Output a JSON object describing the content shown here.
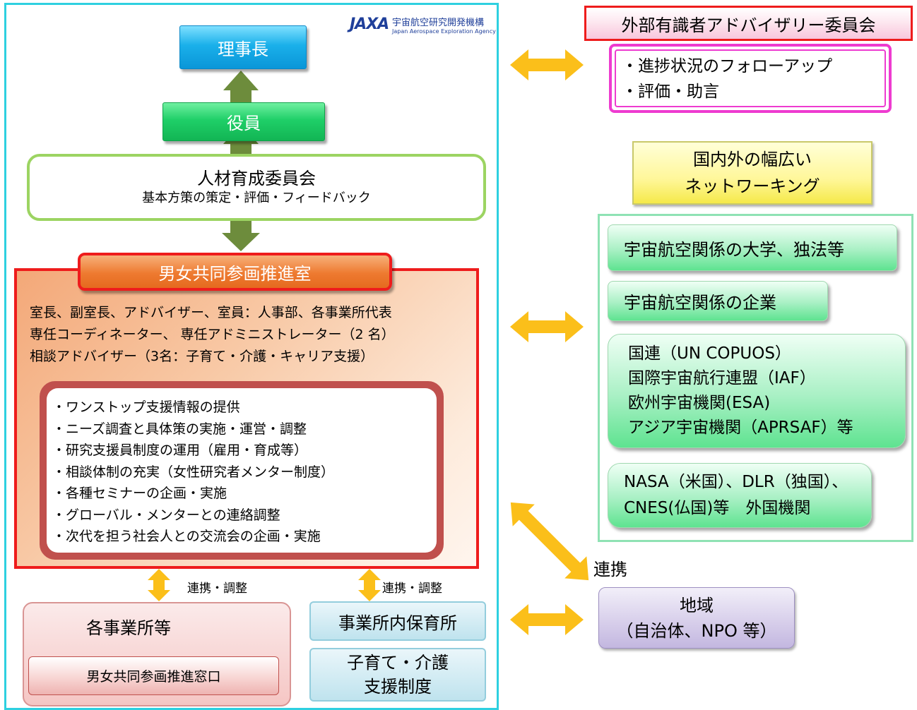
{
  "logo": {
    "mark": "JAXA",
    "name_ja": "宇宙航空研究開発機構",
    "name_en": "Japan Aerospace Exploration Agency"
  },
  "chairman": "理事長",
  "executives": "役員",
  "hr_committee": {
    "title": "人材育成委員会",
    "subtitle": "基本方策の策定・評価・フィードバック"
  },
  "office": {
    "title": "男女共同参画推進室",
    "members": [
      "室長、副室長、アドバイザー、室員：人事部、各事業所代表",
      "専任コーディネーター、 専任アドミニストレーター（2 名）",
      "相談アドバイザー（3名：子育て・介護・キャリア支援）"
    ],
    "tasks": [
      "・ワンストップ支援情報の提供",
      "・ニーズ調査と具体策の実施・運営・調整",
      "・研究支援員制度の運用（雇用・育成等）",
      "・相談体制の充実（女性研究者メンター制度）",
      "・各種セミナーの企画・実施",
      "・グローバル・メンターとの連絡調整",
      "・次代を担う社会人との交流会の企画・実施"
    ]
  },
  "links": {
    "left": "連携・調整",
    "right": "連携・調整",
    "region": "連携"
  },
  "branches": {
    "title": "各事業所等",
    "window": "男女共同参画推進窓口"
  },
  "nursery": "事業所内保育所",
  "support": [
    "子育て・介護",
    "支援制度"
  ],
  "advisory": {
    "title": "外部有識者アドバイザリー委員会",
    "items": [
      "・進捗状況のフォローアップ",
      "・評価・助言"
    ]
  },
  "networking": [
    "国内外の幅広い",
    "ネットワーキング"
  ],
  "partners": {
    "p1": "宇宙航空関係の大学、独法等",
    "p2": "宇宙航空関係の企業",
    "p3": [
      "国連（UN COPUOS）",
      "国際宇宙航行連盟（IAF）",
      "欧州宇宙機関(ESA)",
      "アジア宇宙機関（APRSAF）等"
    ],
    "p4": [
      "NASA（米国）、DLR（独国）、",
      "CNES(仏国)等　外国機関"
    ]
  },
  "region": [
    "地域",
    "（自治体、NPO 等）"
  ],
  "colors": {
    "frame": "#2ed0e0",
    "office_border": "#ee1c1c",
    "double_arrow": "#fbbf1a",
    "green_arrow": "#6d8c3c"
  }
}
